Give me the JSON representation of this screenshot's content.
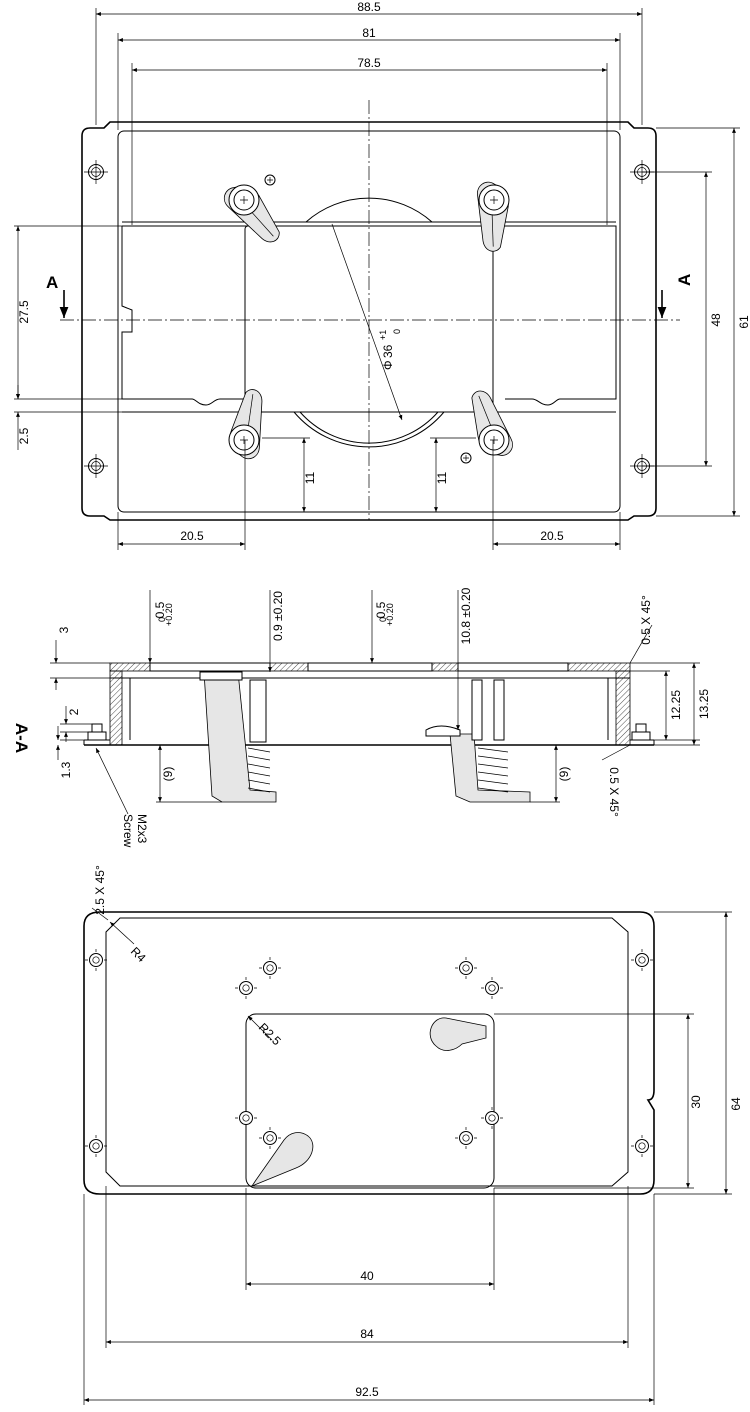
{
  "top_view": {
    "dim_overall_width": "88.5",
    "dim_inner_width": "81",
    "dim_pocket_width": "78.5",
    "dim_offset_left": "20.5",
    "dim_offset_right": "20.5",
    "dim_height": "61",
    "dim_hole_spacing": "48",
    "dim_section_height": "27.5",
    "dim_step": "2.5",
    "dim_clamp_left": "11",
    "dim_clamp_right": "11",
    "dim_circle": "36",
    "dim_circle_tol_upper": "+1",
    "dim_circle_tol_lower": "0",
    "dim_circle_prefix": "Φ",
    "section_marker_left": "A",
    "section_marker_right": "A"
  },
  "section_view": {
    "title": "A-A",
    "dim_05_a": "0.5",
    "dim_05_a_tol_upper": "+0.20",
    "dim_05_a_tol_lower": "0",
    "dim_09": "0.9 ±0.20",
    "dim_05_b": "0.5",
    "dim_05_b_tol_upper": "+0.20",
    "dim_05_b_tol_lower": "0",
    "dim_108": "10.8 ±0.20",
    "dim_chamfer_top": "0.5 X 45°",
    "dim_chamfer_bottom": "0.5 X 45°",
    "dim_3": "3",
    "dim_2": "2",
    "dim_13": "1.3",
    "dim_1225": "12.25",
    "dim_1325": "13.25",
    "dim_9_left": "(9)",
    "dim_9_right": "(9)",
    "screw_line1": "M2x3",
    "screw_line2": "Screw"
  },
  "bottom_view": {
    "dim_chamfer": "2.5 X 45°",
    "dim_r4": "R4",
    "dim_r25": "R2.5",
    "dim_30": "30",
    "dim_64": "64",
    "dim_40": "40",
    "dim_84": "84",
    "dim_925": "92.5"
  }
}
